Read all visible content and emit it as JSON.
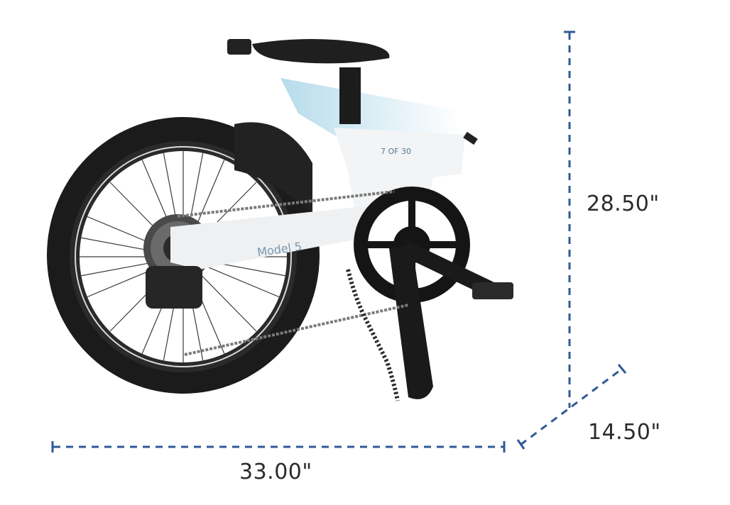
{
  "product": {
    "model_decal": "Model 5",
    "edition_decal": "7 OF 30"
  },
  "dimensions": {
    "height": "28.50\"",
    "length": "33.00\"",
    "width": "14.50\""
  },
  "colors": {
    "dimension_line": "#2f5a94",
    "label_text": "#2b2b2b",
    "frame_white": "#f2f4f5",
    "frame_blue": "#9cc6dc",
    "tire": "#1a1a1a"
  }
}
